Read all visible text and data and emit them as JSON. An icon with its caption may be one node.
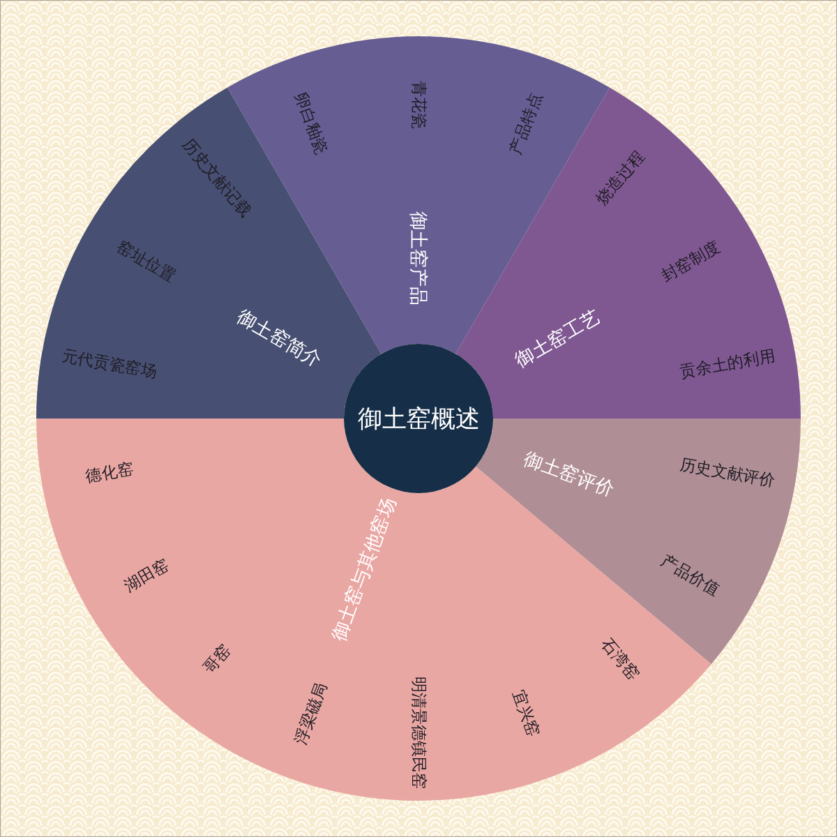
{
  "diagram": {
    "nodes": [
      {
        "text": [
          "御土窑概述"
        ]
      },
      {
        "text": [
          "御土窑简介",
          "元代贡瓷窑场",
          "窑址位置",
          "历史文献记载"
        ]
      },
      {
        "text": [
          "御土窑产品",
          "卵白釉瓷",
          "青花瓷",
          "产品特点"
        ]
      },
      {
        "text": [
          "御土窑工艺",
          "烧造过程",
          "封窑制度",
          "贡余土的利用"
        ]
      },
      {
        "text": [
          "御土窑评价",
          "历史文献评价",
          "产品价值"
        ]
      },
      {
        "text": [
          "御土窑与其他窑场",
          "石湾窑",
          "宜兴窑",
          "明清景德镇民窑",
          "浮梁磁局",
          "哥窑",
          "湖田窑",
          "德化窑"
        ]
      }
    ]
  }
}
